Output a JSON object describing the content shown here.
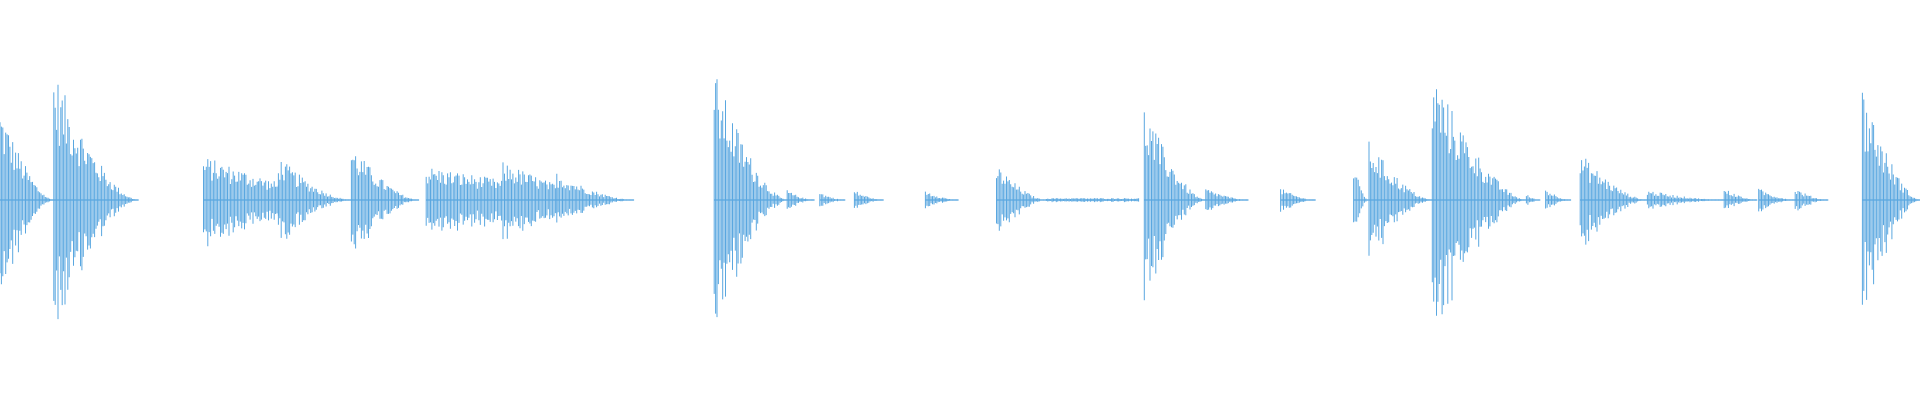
{
  "waveform": {
    "color": "#5aa7e0",
    "background": "#ffffff",
    "amplitude_range": [
      -1,
      1
    ],
    "segments": [
      {
        "start": 0.0,
        "end": 0.028,
        "peak": 0.48,
        "kind": "decay"
      },
      {
        "start": 0.028,
        "end": 0.072,
        "peak": 0.66,
        "kind": "decay"
      },
      {
        "start": 0.106,
        "end": 0.145,
        "peak": 0.22,
        "kind": "burst"
      },
      {
        "start": 0.145,
        "end": 0.183,
        "peak": 0.22,
        "kind": "decay"
      },
      {
        "start": 0.183,
        "end": 0.218,
        "peak": 0.28,
        "kind": "decay"
      },
      {
        "start": 0.222,
        "end": 0.262,
        "peak": 0.2,
        "kind": "sustain"
      },
      {
        "start": 0.262,
        "end": 0.29,
        "peak": 0.19,
        "kind": "burst"
      },
      {
        "start": 0.29,
        "end": 0.33,
        "peak": 0.14,
        "kind": "decay"
      },
      {
        "start": 0.372,
        "end": 0.41,
        "peak": 0.66,
        "kind": "decay"
      },
      {
        "start": 0.41,
        "end": 0.424,
        "peak": 0.05,
        "kind": "decay"
      },
      {
        "start": 0.427,
        "end": 0.44,
        "peak": 0.04,
        "kind": "decay"
      },
      {
        "start": 0.445,
        "end": 0.46,
        "peak": 0.05,
        "kind": "decay"
      },
      {
        "start": 0.482,
        "end": 0.499,
        "peak": 0.05,
        "kind": "decay"
      },
      {
        "start": 0.519,
        "end": 0.545,
        "peak": 0.18,
        "kind": "decay"
      },
      {
        "start": 0.545,
        "end": 0.593,
        "peak": 0.01,
        "kind": "flat"
      },
      {
        "start": 0.596,
        "end": 0.628,
        "peak": 0.48,
        "kind": "decay"
      },
      {
        "start": 0.628,
        "end": 0.65,
        "peak": 0.06,
        "kind": "decay"
      },
      {
        "start": 0.667,
        "end": 0.685,
        "peak": 0.06,
        "kind": "decay"
      },
      {
        "start": 0.705,
        "end": 0.713,
        "peak": 0.18,
        "kind": "decay"
      },
      {
        "start": 0.713,
        "end": 0.746,
        "peak": 0.3,
        "kind": "decay"
      },
      {
        "start": 0.746,
        "end": 0.795,
        "peak": 0.66,
        "kind": "decay"
      },
      {
        "start": 0.795,
        "end": 0.802,
        "peak": 0.03,
        "kind": "decay"
      },
      {
        "start": 0.805,
        "end": 0.818,
        "peak": 0.06,
        "kind": "decay"
      },
      {
        "start": 0.823,
        "end": 0.858,
        "peak": 0.24,
        "kind": "decay"
      },
      {
        "start": 0.858,
        "end": 0.898,
        "peak": 0.05,
        "kind": "decay"
      },
      {
        "start": 0.898,
        "end": 0.915,
        "peak": 0.06,
        "kind": "decay"
      },
      {
        "start": 0.916,
        "end": 0.935,
        "peak": 0.06,
        "kind": "decay"
      },
      {
        "start": 0.935,
        "end": 0.952,
        "peak": 0.06,
        "kind": "decay"
      },
      {
        "start": 0.97,
        "end": 1.0,
        "peak": 0.58,
        "kind": "decay"
      }
    ]
  }
}
